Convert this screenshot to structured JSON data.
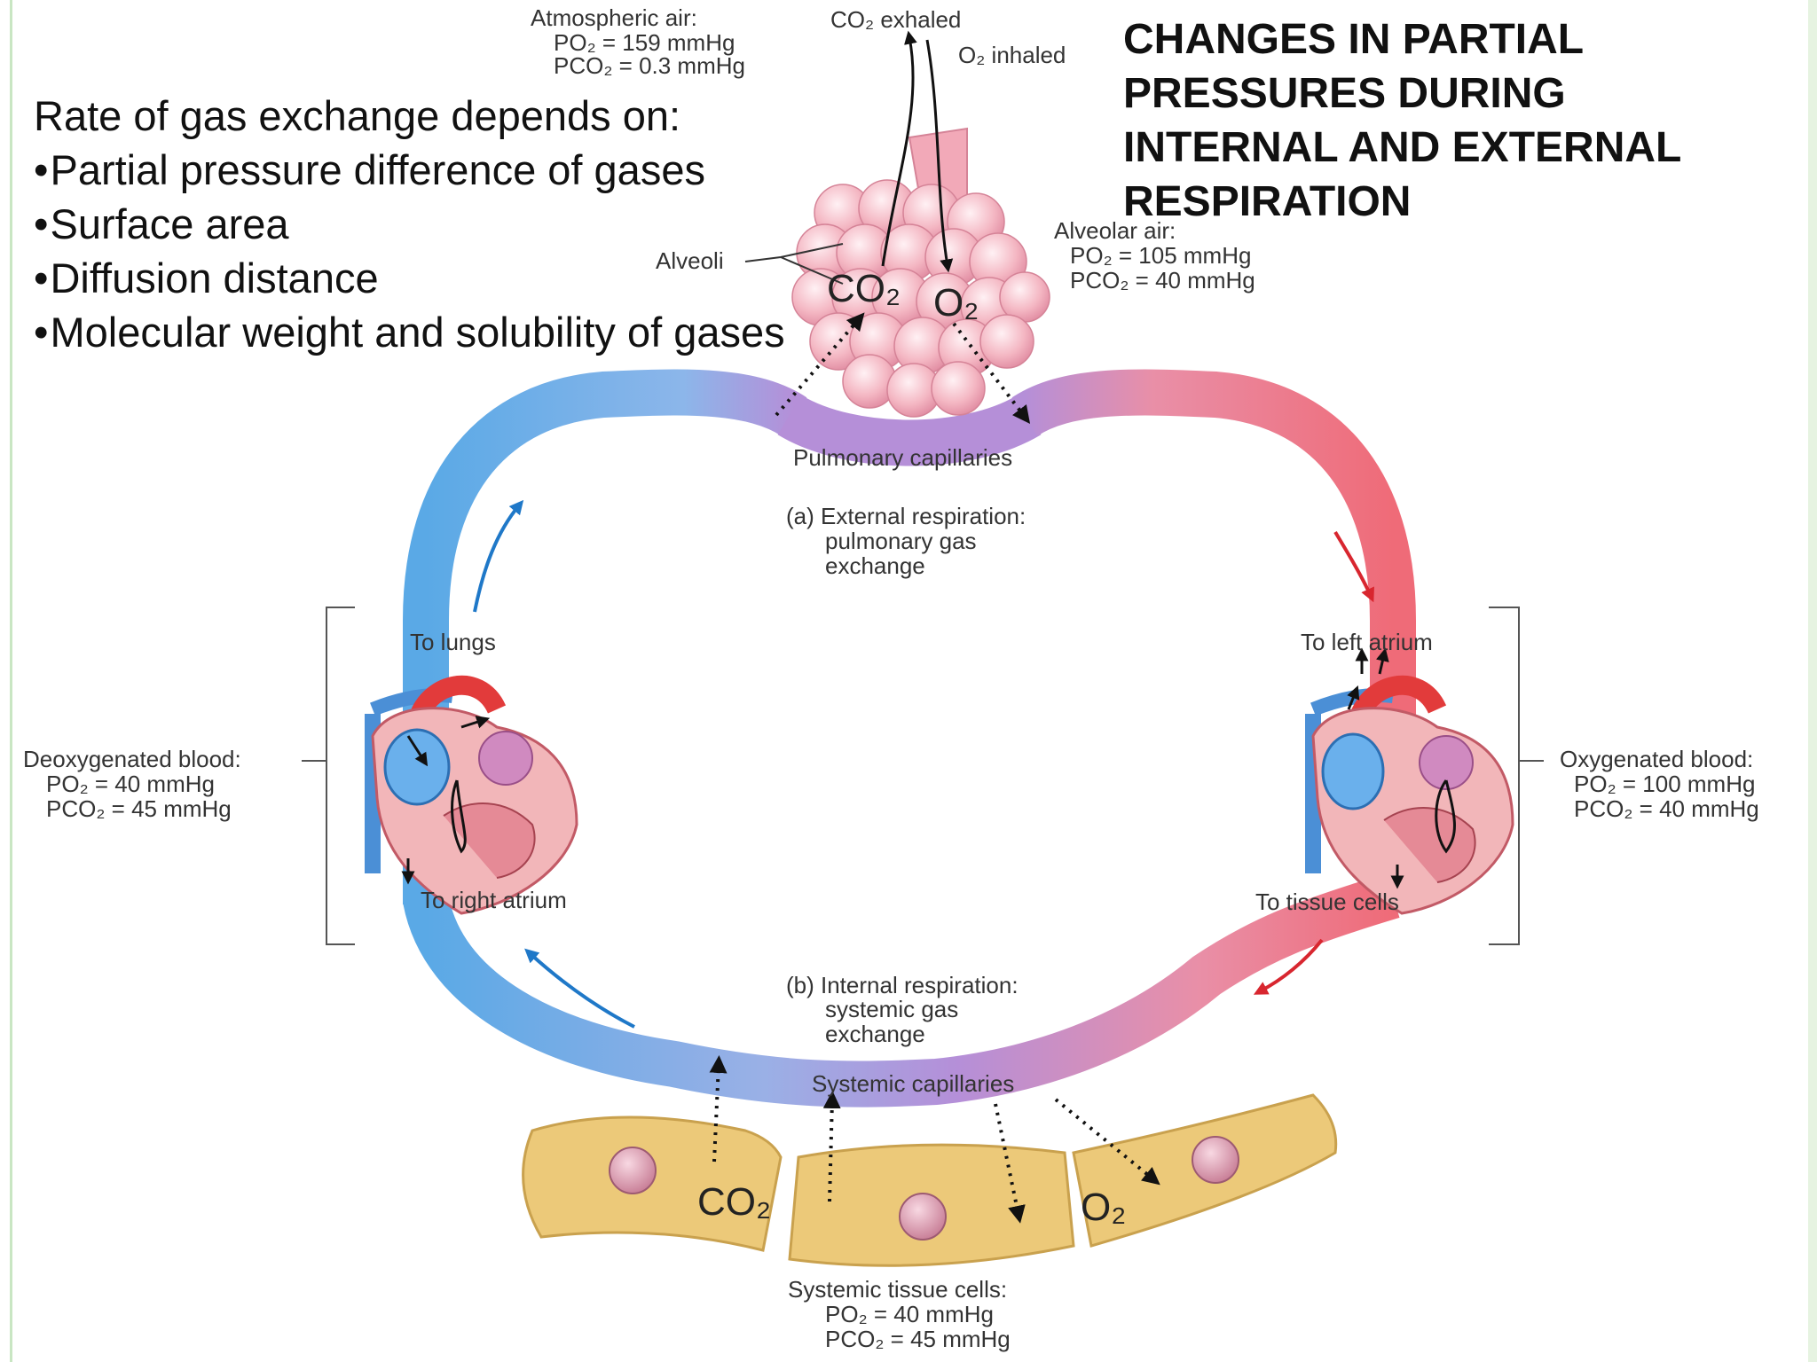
{
  "title": "CHANGES IN PARTIAL PRESSURES DURING INTERNAL AND EXTERNAL RESPIRATION",
  "factors": {
    "intro": "Rate of gas exchange depends on:",
    "bullet": "•",
    "items": [
      "Partial pressure difference of gases",
      "Surface area",
      "Diffusion distance",
      "Molecular weight and solubility of gases"
    ]
  },
  "labels": {
    "atmospheric_air": "Atmospheric air:",
    "atmospheric_po2": "PO₂ = 159 mmHg",
    "atmospheric_pco2": "PCO₂ = 0.3 mmHg",
    "co2_exhaled": "CO₂ exhaled",
    "o2_inhaled": "O₂ inhaled",
    "alveoli": "Alveoli",
    "alveolar_air": "Alveolar air:",
    "alveolar_po2": "PO₂ = 105 mmHg",
    "alveolar_pco2": "PCO₂ = 40 mmHg",
    "co2_alveoli": "CO₂",
    "o2_alveoli": "O₂",
    "pulmonary_capillaries": "Pulmonary capillaries",
    "external_respiration_1": "(a) External respiration:",
    "external_respiration_2": "pulmonary gas",
    "external_respiration_3": "exchange",
    "to_lungs": "To lungs",
    "to_right_atrium": "To right atrium",
    "to_left_atrium": "To left atrium",
    "to_tissue_cells": "To tissue cells",
    "deoxygenated_blood": "Deoxygenated blood:",
    "deoxy_po2": "PO₂ = 40 mmHg",
    "deoxy_pco2": "PCO₂ = 45 mmHg",
    "oxygenated_blood": "Oxygenated blood:",
    "oxy_po2": "PO₂ = 100 mmHg",
    "oxy_pco2": "PCO₂ = 40 mmHg",
    "internal_respiration_1": "(b) Internal respiration:",
    "internal_respiration_2": "systemic gas",
    "internal_respiration_3": "exchange",
    "systemic_capillaries": "Systemic capillaries",
    "co2_tissue": "CO₂",
    "o2_tissue": "O₂",
    "systemic_tissue_cells": "Systemic tissue cells:",
    "tissue_po2": "PO₂ = 40 mmHg",
    "tissue_pco2": "PCO₂ = 45 mmHg"
  },
  "colors": {
    "deoxygenated": "#5aa9e6",
    "oxygenated": "#ef6b78",
    "capillary": "#b58fd8",
    "alveoli": "#f4b7c3",
    "tissue_cell": "#ecc979",
    "arrow_red": "#d8262f",
    "arrow_blue": "#1f78c8"
  },
  "icons": [
    "heart-left-icon",
    "heart-right-icon",
    "alveoli-cluster-icon",
    "tissue-cell-icon"
  ]
}
